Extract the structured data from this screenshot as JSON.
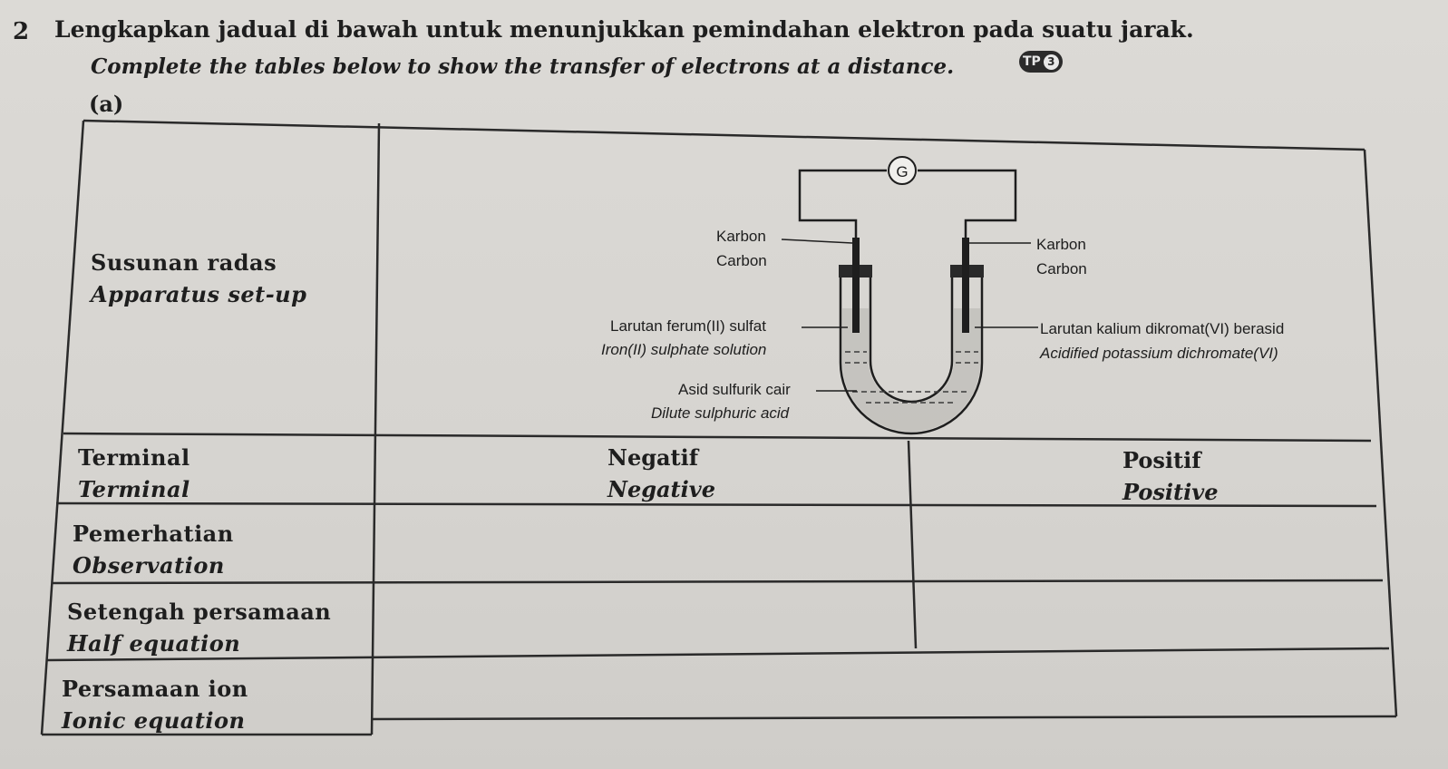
{
  "question": {
    "number": "2",
    "title_ms": "Lengkapkan jadual di bawah untuk menunjukkan pemindahan elektron pada suatu jarak.",
    "title_en": "Complete the tables below to show the transfer of electrons at a distance.",
    "badge": {
      "text": "TP",
      "level": "3"
    },
    "part": "(a)"
  },
  "table": {
    "rows": [
      {
        "label_ms": "Susunan radas",
        "label_en": "Apparatus set-up"
      },
      {
        "label_ms": "Terminal",
        "label_en": "Terminal"
      },
      {
        "label_ms": "Pemerhatian",
        "label_en": "Observation"
      },
      {
        "label_ms": "Setengah persamaan",
        "label_en": "Half equation"
      },
      {
        "label_ms": "Persamaan ion",
        "label_en": "Ionic equation"
      }
    ],
    "terminal_negative": {
      "ms": "Negatif",
      "en": "Negative"
    },
    "terminal_positive": {
      "ms": "Positif",
      "en": "Positive"
    }
  },
  "diagram": {
    "galvanometer": "G",
    "left_electrode": {
      "ms": "Karbon",
      "en": "Carbon"
    },
    "right_electrode": {
      "ms": "Karbon",
      "en": "Carbon"
    },
    "left_solution": {
      "ms": "Larutan ferum(II) sulfat",
      "en": "Iron(II) sulphate solution"
    },
    "right_solution": {
      "ms": "Larutan kalium dikromat(VI) berasid",
      "en": "Acidified potassium dichromate(VI)"
    },
    "electrolyte": {
      "ms": "Asid sulfurik cair",
      "en": "Dilute sulphuric acid"
    }
  }
}
